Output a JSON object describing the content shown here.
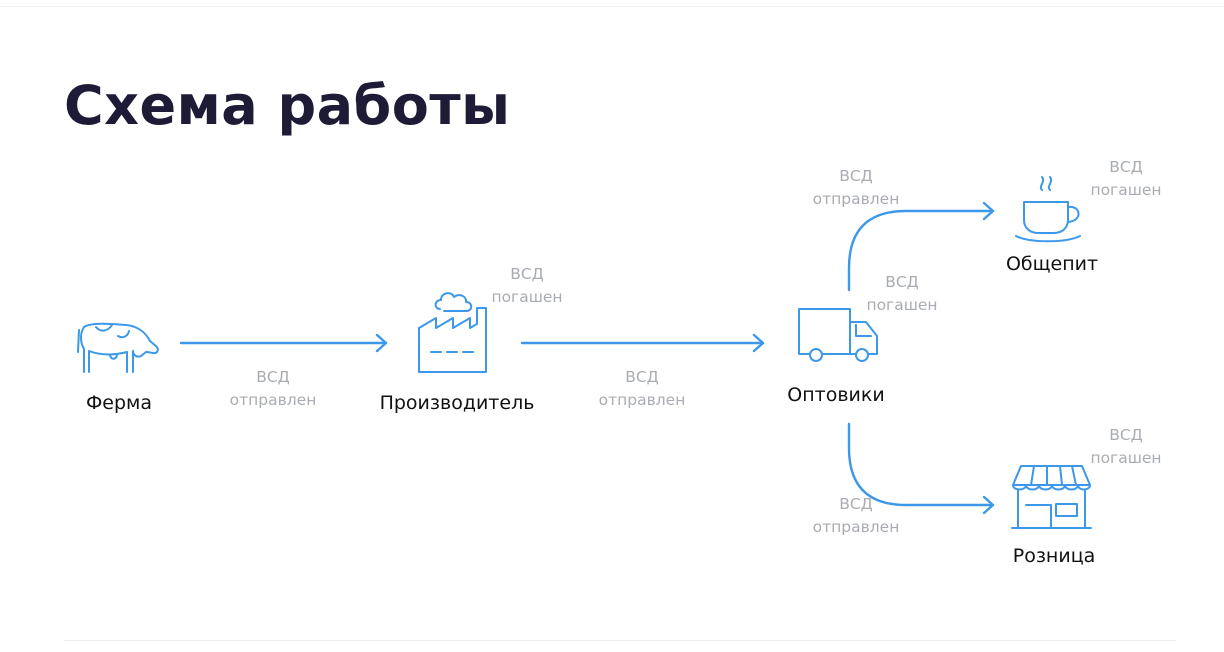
{
  "title": "Схема работы",
  "colors": {
    "accent": "#3d98ea",
    "title": "#1d1b35",
    "muted": "#a9acb2",
    "text": "#111111"
  },
  "nodes": {
    "farm": {
      "label": "Ферма",
      "icon": "cow-icon"
    },
    "producer": {
      "label": "Производитель",
      "icon": "factory-icon"
    },
    "wholesale": {
      "label": "Оптовики",
      "icon": "truck-icon"
    },
    "catering": {
      "label": "Общепит",
      "icon": "coffee-cup-icon"
    },
    "retail": {
      "label": "Розница",
      "icon": "store-icon"
    }
  },
  "edges": {
    "farm_producer": {
      "line1": "ВСД",
      "line2": "отправлен"
    },
    "producer_wholesale": {
      "line1": "ВСД",
      "line2": "отправлен"
    },
    "wholesale_catering": {
      "line1": "ВСД",
      "line2": "отправлен"
    },
    "wholesale_retail": {
      "line1": "ВСД",
      "line2": "отправлен"
    }
  },
  "statuses": {
    "producer": {
      "line1": "ВСД",
      "line2": "погашен"
    },
    "wholesale": {
      "line1": "ВСД",
      "line2": "погашен"
    },
    "catering": {
      "line1": "ВСД",
      "line2": "погашен"
    },
    "retail": {
      "line1": "ВСД",
      "line2": "погашен"
    }
  }
}
